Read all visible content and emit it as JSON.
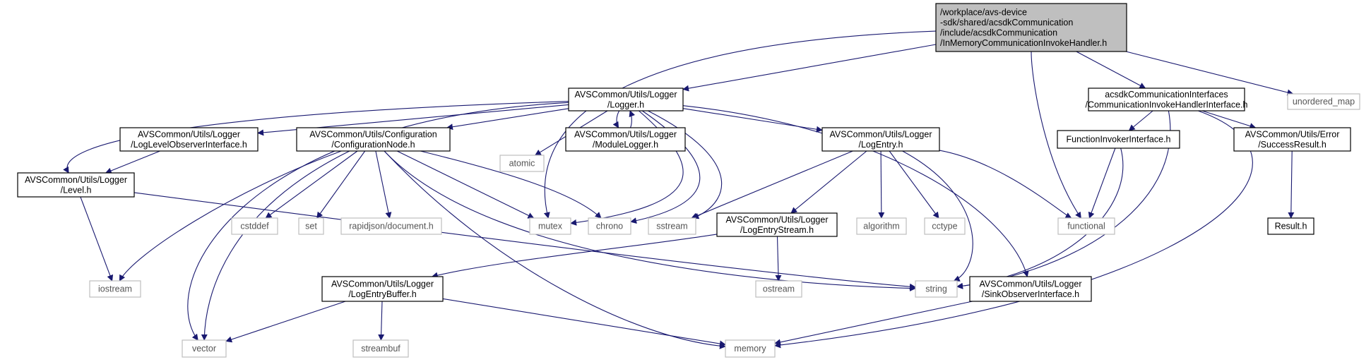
{
  "colors": {
    "edge": "#191970",
    "root_fill": "#bfbfbf",
    "external_border": "#bfbfbf"
  },
  "nodes": [
    {
      "id": "root",
      "kind": "root",
      "lines": [
        "/workplace/avs-device",
        "-sdk/shared/acsdkCommunication",
        "/include/acsdkCommunication",
        "/InMemoryCommunicationInvokeHandler.h"
      ]
    },
    {
      "id": "logger",
      "kind": "primary",
      "lines": [
        "AVSCommon/Utils/Logger",
        "/Logger.h"
      ]
    },
    {
      "id": "ciface",
      "kind": "primary",
      "lines": [
        "acsdkCommunicationInterfaces",
        "/CommunicationInvokeHandlerInterface.h"
      ]
    },
    {
      "id": "unordered_map",
      "kind": "external",
      "lines": [
        "unordered_map"
      ]
    },
    {
      "id": "lvlobs",
      "kind": "primary",
      "lines": [
        "AVSCommon/Utils/Logger",
        "/LogLevelObserverInterface.h"
      ]
    },
    {
      "id": "confnode",
      "kind": "primary",
      "lines": [
        "AVSCommon/Utils/Configuration",
        "/ConfigurationNode.h"
      ]
    },
    {
      "id": "atomic",
      "kind": "external",
      "lines": [
        "atomic"
      ]
    },
    {
      "id": "modlogger",
      "kind": "primary",
      "lines": [
        "AVSCommon/Utils/Logger",
        "/ModuleLogger.h"
      ]
    },
    {
      "id": "logentry",
      "kind": "primary",
      "lines": [
        "AVSCommon/Utils/Logger",
        "/LogEntry.h"
      ]
    },
    {
      "id": "funcinv",
      "kind": "primary",
      "lines": [
        "FunctionInvokerInterface.h"
      ]
    },
    {
      "id": "success",
      "kind": "primary",
      "lines": [
        "AVSCommon/Utils/Error",
        "/SuccessResult.h"
      ]
    },
    {
      "id": "level",
      "kind": "primary",
      "lines": [
        "AVSCommon/Utils/Logger",
        "/Level.h"
      ]
    },
    {
      "id": "cstddef",
      "kind": "external",
      "lines": [
        "cstddef"
      ]
    },
    {
      "id": "set",
      "kind": "external",
      "lines": [
        "set"
      ]
    },
    {
      "id": "rapidjson",
      "kind": "external",
      "lines": [
        "rapidjson/document.h"
      ]
    },
    {
      "id": "mutex",
      "kind": "external",
      "lines": [
        "mutex"
      ]
    },
    {
      "id": "chrono",
      "kind": "external",
      "lines": [
        "chrono"
      ]
    },
    {
      "id": "sstream",
      "kind": "external",
      "lines": [
        "sstream"
      ]
    },
    {
      "id": "logentrystream",
      "kind": "primary",
      "lines": [
        "AVSCommon/Utils/Logger",
        "/LogEntryStream.h"
      ]
    },
    {
      "id": "algorithm",
      "kind": "external",
      "lines": [
        "algorithm"
      ]
    },
    {
      "id": "cctype",
      "kind": "external",
      "lines": [
        "cctype"
      ]
    },
    {
      "id": "functional",
      "kind": "external",
      "lines": [
        "functional"
      ]
    },
    {
      "id": "result",
      "kind": "primary",
      "lines": [
        "Result.h"
      ]
    },
    {
      "id": "iostream",
      "kind": "external",
      "lines": [
        "iostream"
      ]
    },
    {
      "id": "string",
      "kind": "external",
      "lines": [
        "string"
      ]
    },
    {
      "id": "sinkobs",
      "kind": "primary",
      "lines": [
        "AVSCommon/Utils/Logger",
        "/SinkObserverInterface.h"
      ]
    },
    {
      "id": "ostream",
      "kind": "external",
      "lines": [
        "ostream"
      ]
    },
    {
      "id": "logentrybuffer",
      "kind": "primary",
      "lines": [
        "AVSCommon/Utils/Logger",
        "/LogEntryBuffer.h"
      ]
    },
    {
      "id": "vector",
      "kind": "external",
      "lines": [
        "vector"
      ]
    },
    {
      "id": "streambuf",
      "kind": "external",
      "lines": [
        "streambuf"
      ]
    },
    {
      "id": "memory",
      "kind": "external",
      "lines": [
        "memory"
      ]
    }
  ],
  "edges": [
    [
      "root",
      "logger"
    ],
    [
      "root",
      "ciface"
    ],
    [
      "root",
      "unordered_map"
    ],
    [
      "root",
      "functional"
    ],
    [
      "root",
      "mutex"
    ],
    [
      "logger",
      "lvlobs"
    ],
    [
      "logger",
      "confnode"
    ],
    [
      "logger",
      "atomic"
    ],
    [
      "logger",
      "modlogger"
    ],
    [
      "modlogger",
      "logger"
    ],
    [
      "logger",
      "logentry"
    ],
    [
      "logger",
      "level"
    ],
    [
      "logger",
      "mutex"
    ],
    [
      "logger",
      "chrono"
    ],
    [
      "logger",
      "sstream"
    ],
    [
      "logger",
      "sinkobs"
    ],
    [
      "logger",
      "vector"
    ],
    [
      "ciface",
      "funcinv"
    ],
    [
      "ciface",
      "success"
    ],
    [
      "ciface",
      "string"
    ],
    [
      "ciface",
      "memory"
    ],
    [
      "lvlobs",
      "level"
    ],
    [
      "confnode",
      "cstddef"
    ],
    [
      "confnode",
      "set"
    ],
    [
      "confnode",
      "rapidjson"
    ],
    [
      "confnode",
      "mutex"
    ],
    [
      "confnode",
      "chrono"
    ],
    [
      "confnode",
      "iostream"
    ],
    [
      "confnode",
      "vector"
    ],
    [
      "confnode",
      "string"
    ],
    [
      "confnode",
      "memory"
    ],
    [
      "logentry",
      "sstream"
    ],
    [
      "logentry",
      "logentrystream"
    ],
    [
      "logentry",
      "algorithm"
    ],
    [
      "logentry",
      "cctype"
    ],
    [
      "logentry",
      "functional"
    ],
    [
      "logentry",
      "string"
    ],
    [
      "funcinv",
      "functional"
    ],
    [
      "funcinv",
      "string"
    ],
    [
      "success",
      "result"
    ],
    [
      "level",
      "iostream"
    ],
    [
      "level",
      "string"
    ],
    [
      "logentrystream",
      "ostream"
    ],
    [
      "logentrystream",
      "logentrybuffer"
    ],
    [
      "logentrybuffer",
      "vector"
    ],
    [
      "logentrybuffer",
      "streambuf"
    ],
    [
      "logentrybuffer",
      "memory"
    ],
    [
      "sinkobs",
      "memory"
    ]
  ]
}
